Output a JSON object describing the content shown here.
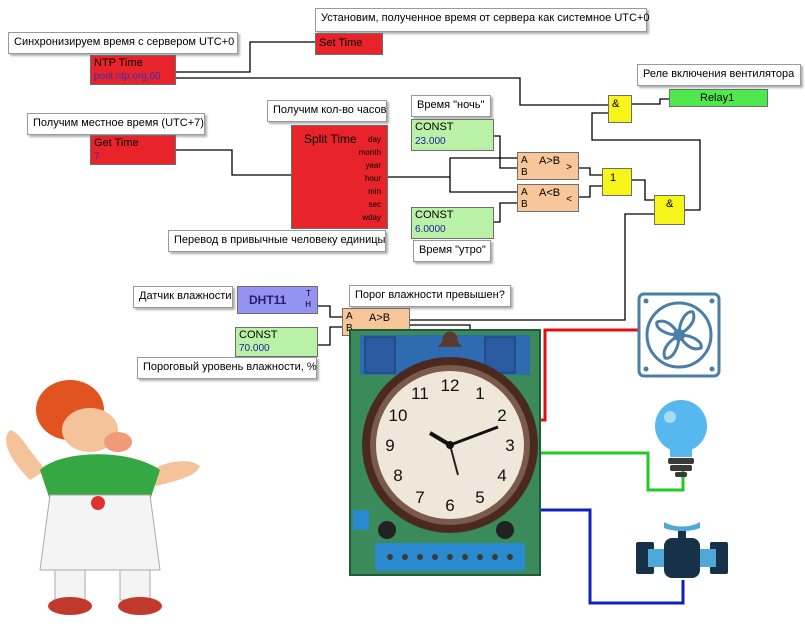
{
  "notes": {
    "set_time": "Установим, полученное время от сервера как системное UTC+0",
    "sync_time": "Синхронизируем время с сервером UTC+0",
    "fan_relay": "Реле включения вентилятора",
    "night_time": "Время \"ночь\"",
    "get_hours": "Получим кол-во часов",
    "local_time": "Получим местное время (UTC+7)",
    "convert_units": "Перевод в привычные человеку единицы",
    "morning_time": "Время \"утро\"",
    "humidity_sensor": "Датчик влажности",
    "humidity_exceeded": "Порог влажности превышен?",
    "humidity_threshold": "Пороговый уровень влажности, %"
  },
  "blocks": {
    "set_time": {
      "title": "Set Time"
    },
    "ntp_time": {
      "title": "NTP Time",
      "server": "pool.ntp.org,60"
    },
    "get_time": {
      "title": "Get Time",
      "value": "7"
    },
    "split_time": {
      "title": "Split Time",
      "outputs": [
        "day",
        "month",
        "year",
        "hour",
        "min",
        "sec",
        "wday"
      ]
    },
    "const_night": {
      "title": "CONST",
      "value": "23.000"
    },
    "const_morning": {
      "title": "CONST",
      "value": "6.0000"
    },
    "const_humidity": {
      "title": "CONST",
      "value": "70.000"
    },
    "cmp_gt": {
      "a": "A",
      "b": "B",
      "label": "A>B",
      "out": ">"
    },
    "cmp_lt": {
      "a": "A",
      "b": "B",
      "label": "A<B",
      "out": "<"
    },
    "cmp_hum": {
      "a": "A",
      "b": "B",
      "label": "A>B"
    },
    "and_top": {
      "label": "&"
    },
    "or_gate": {
      "label": "1"
    },
    "and_mid": {
      "label": "&"
    },
    "relay": {
      "title": "Relay1"
    },
    "dht": {
      "title": "DHT11",
      "t": "T",
      "h": "H"
    }
  },
  "clock_numbers": [
    "12",
    "1",
    "2",
    "3",
    "4",
    "5",
    "6",
    "7",
    "8",
    "9",
    "10",
    "11"
  ],
  "colors": {
    "red_block": "#e8242a",
    "const_block": "#b9f2a6",
    "compare_block": "#f7c79a",
    "logic_block": "#f6f419",
    "relay_block": "#4fe84f",
    "sensor_block": "#9393f2",
    "wire_red": "#e01010",
    "wire_green": "#22cc22",
    "wire_blue": "#1020c0"
  }
}
